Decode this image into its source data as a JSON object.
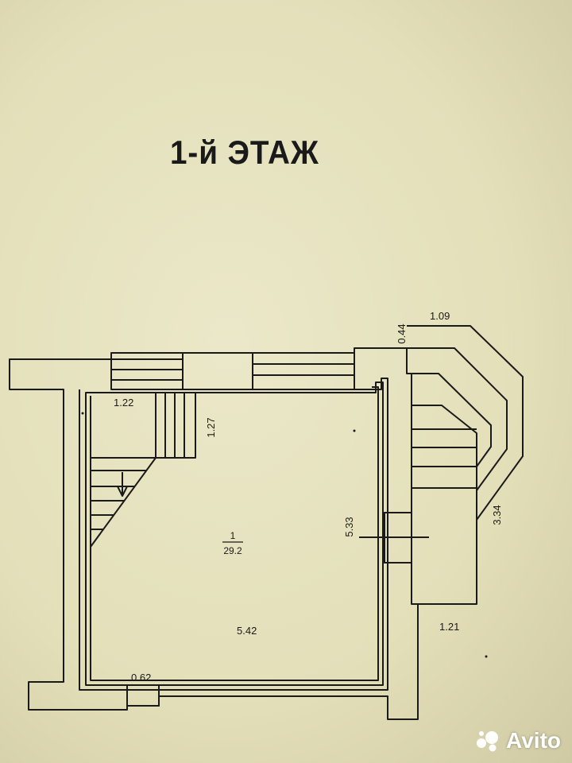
{
  "title": "1-й ЭТАЖ",
  "room": {
    "number": "1",
    "area": "29.2"
  },
  "dimensions": {
    "d122": "1.22",
    "d127": "1.27",
    "d533": "5.33",
    "d542": "5.42",
    "d062": "0.62",
    "d121": "1.21",
    "d334": "3.34",
    "d109": "1.09",
    "d044": "0.44"
  },
  "watermark": {
    "text": "Avito",
    "icon": "avito-logo-icon"
  }
}
